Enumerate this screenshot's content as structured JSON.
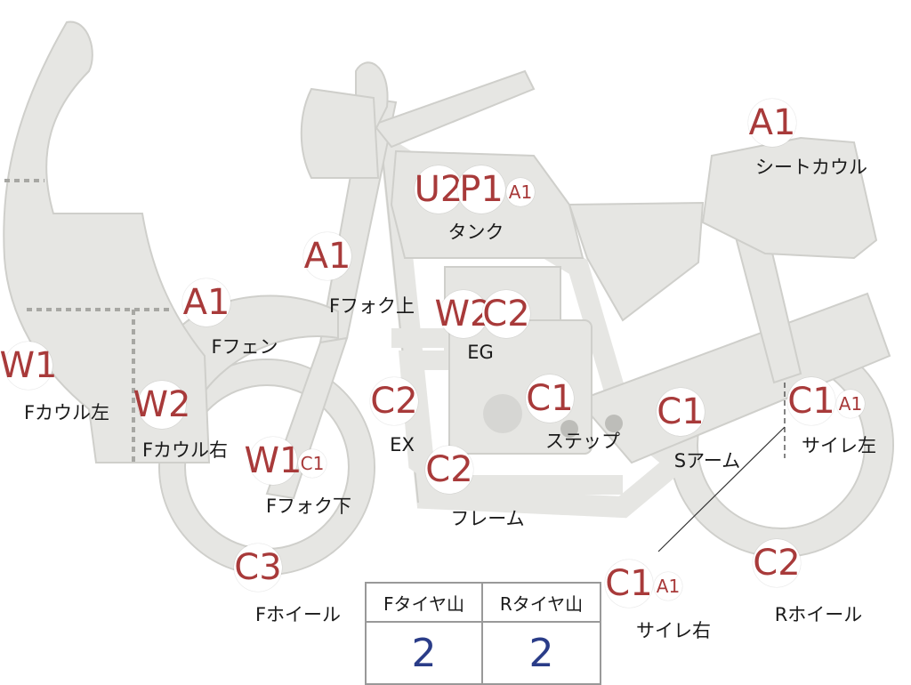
{
  "parts": [
    {
      "id": "shroud-left",
      "badges": [
        {
          "code": "W1",
          "size": "big"
        }
      ],
      "label": "Fカウル左"
    },
    {
      "id": "shroud-right",
      "badges": [
        {
          "code": "W2",
          "size": "big"
        }
      ],
      "label": "Fカウル右"
    },
    {
      "id": "front-fender",
      "badges": [
        {
          "code": "A1",
          "size": "big"
        }
      ],
      "label": "Fフェン"
    },
    {
      "id": "front-fork-upper",
      "badges": [
        {
          "code": "A1",
          "size": "big"
        }
      ],
      "label": "Fフォク上"
    },
    {
      "id": "front-fork-lower",
      "badges": [
        {
          "code": "W1",
          "size": "big"
        },
        {
          "code": "C1",
          "size": "small"
        }
      ],
      "label": "Fフォク下"
    },
    {
      "id": "front-wheel",
      "badges": [
        {
          "code": "C3",
          "size": "big"
        }
      ],
      "label": "Fホイール"
    },
    {
      "id": "tank",
      "badges": [
        {
          "code": "U2",
          "size": "big"
        },
        {
          "code": "P1",
          "size": "big"
        },
        {
          "code": "A1",
          "size": "small"
        }
      ],
      "label": "タンク"
    },
    {
      "id": "engine",
      "badges": [
        {
          "code": "W2",
          "size": "big"
        },
        {
          "code": "C2",
          "size": "big"
        }
      ],
      "label": "EG"
    },
    {
      "id": "exhaust",
      "badges": [
        {
          "code": "C2",
          "size": "big"
        }
      ],
      "label": "EX"
    },
    {
      "id": "footrest",
      "badges": [
        {
          "code": "C1",
          "size": "big"
        }
      ],
      "label": "ステップ"
    },
    {
      "id": "frame",
      "badges": [
        {
          "code": "C2",
          "size": "big"
        }
      ],
      "label": "フレーム"
    },
    {
      "id": "swingarm",
      "badges": [
        {
          "code": "C1",
          "size": "big"
        }
      ],
      "label": "Sアーム"
    },
    {
      "id": "seat-cowl",
      "badges": [
        {
          "code": "A1",
          "size": "big"
        }
      ],
      "label": "シートカウル"
    },
    {
      "id": "silencer-left",
      "badges": [
        {
          "code": "C1",
          "size": "big"
        },
        {
          "code": "A1",
          "size": "small"
        }
      ],
      "label": "サイレ左"
    },
    {
      "id": "silencer-right",
      "badges": [
        {
          "code": "C1",
          "size": "big"
        },
        {
          "code": "A1",
          "size": "small"
        }
      ],
      "label": "サイレ右"
    },
    {
      "id": "rear-wheel",
      "badges": [
        {
          "code": "C2",
          "size": "big"
        }
      ],
      "label": "Rホイール"
    }
  ],
  "tread_table": {
    "front_header": "Fタイヤ山",
    "rear_header": "Rタイヤ山",
    "front_value": "2",
    "rear_value": "2"
  },
  "colors": {
    "body_fill": "#e6e6e3",
    "body_stroke": "#cfcfcb",
    "badge_text": "#a83a3a",
    "tread_value": "#2a3c88"
  }
}
